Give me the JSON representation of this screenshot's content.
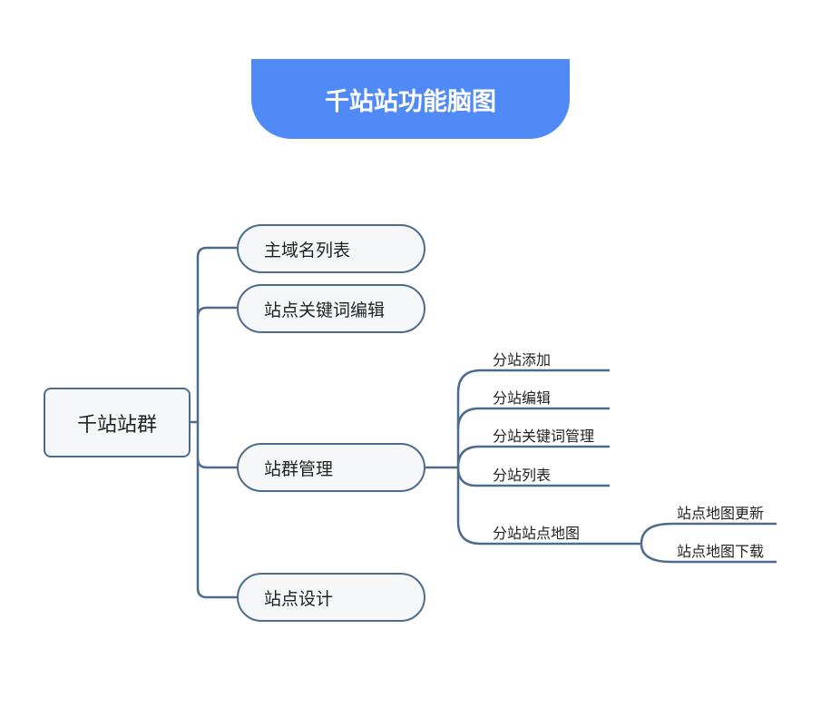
{
  "title": "千站站功能脑图",
  "root": {
    "label": "千站站群"
  },
  "branches": [
    {
      "label": "主域名列表"
    },
    {
      "label": "站点关键词编辑"
    },
    {
      "label": "站群管理",
      "children": [
        {
          "label": "分站添加"
        },
        {
          "label": "分站编辑"
        },
        {
          "label": "分站关键词管理"
        },
        {
          "label": "分站列表"
        },
        {
          "label": "分站站点地图",
          "children": [
            {
              "label": "站点地图更新"
            },
            {
              "label": "站点地图下载"
            }
          ]
        }
      ]
    },
    {
      "label": "站点设计"
    }
  ],
  "colors": {
    "banner": "#4f8af7",
    "line": "#4d6c8d",
    "node_fill": "#f6f7f9"
  }
}
